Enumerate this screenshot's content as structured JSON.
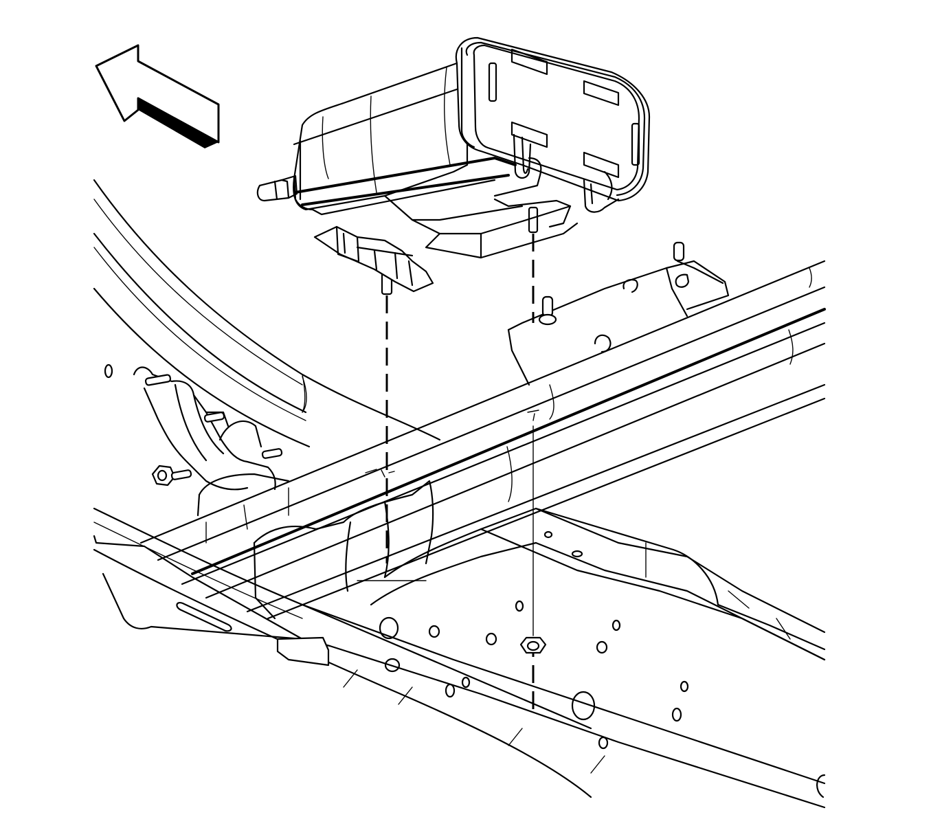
{
  "figure": {
    "kind": "technical-line-illustration",
    "parts": [
      "front-direction-arrow",
      "evap-canister",
      "canister-mounting-studs",
      "frame-crossmember",
      "frame-rail",
      "underbody-floor-pan"
    ],
    "colors": {
      "line": "#000000",
      "background": "#ffffff"
    }
  }
}
